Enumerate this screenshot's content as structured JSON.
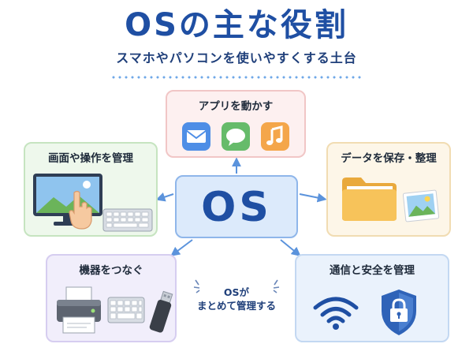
{
  "title": "OSの主な役割",
  "subtitle": "スマホやパソコンを使いやすくする土台",
  "center": {
    "label": "OS"
  },
  "roles": {
    "apps": {
      "label": "アプリを動かす",
      "icons": [
        "mail-icon",
        "message-icon",
        "music-icon"
      ]
    },
    "screen": {
      "label": "画面や操作を管理",
      "icons": [
        "monitor-icon",
        "hand-pointer-icon",
        "keyboard-icon"
      ]
    },
    "data": {
      "label": "データを保存・整理",
      "icons": [
        "folder-icon",
        "photo-icon"
      ]
    },
    "devices": {
      "label": "機器をつなぐ",
      "icons": [
        "printer-icon",
        "keyboard-icon",
        "usb-drive-icon"
      ]
    },
    "security": {
      "label": "通信と安全を管理",
      "icons": [
        "wifi-icon",
        "shield-lock-icon"
      ]
    }
  },
  "caption": {
    "line1": "OSが",
    "line2": "まとめて管理する"
  },
  "colors": {
    "primary": "#1f4fa3",
    "mail": "#4e8ee6",
    "message": "#66bb6a",
    "music": "#f4a64a",
    "arrow": "#5b93dc"
  }
}
